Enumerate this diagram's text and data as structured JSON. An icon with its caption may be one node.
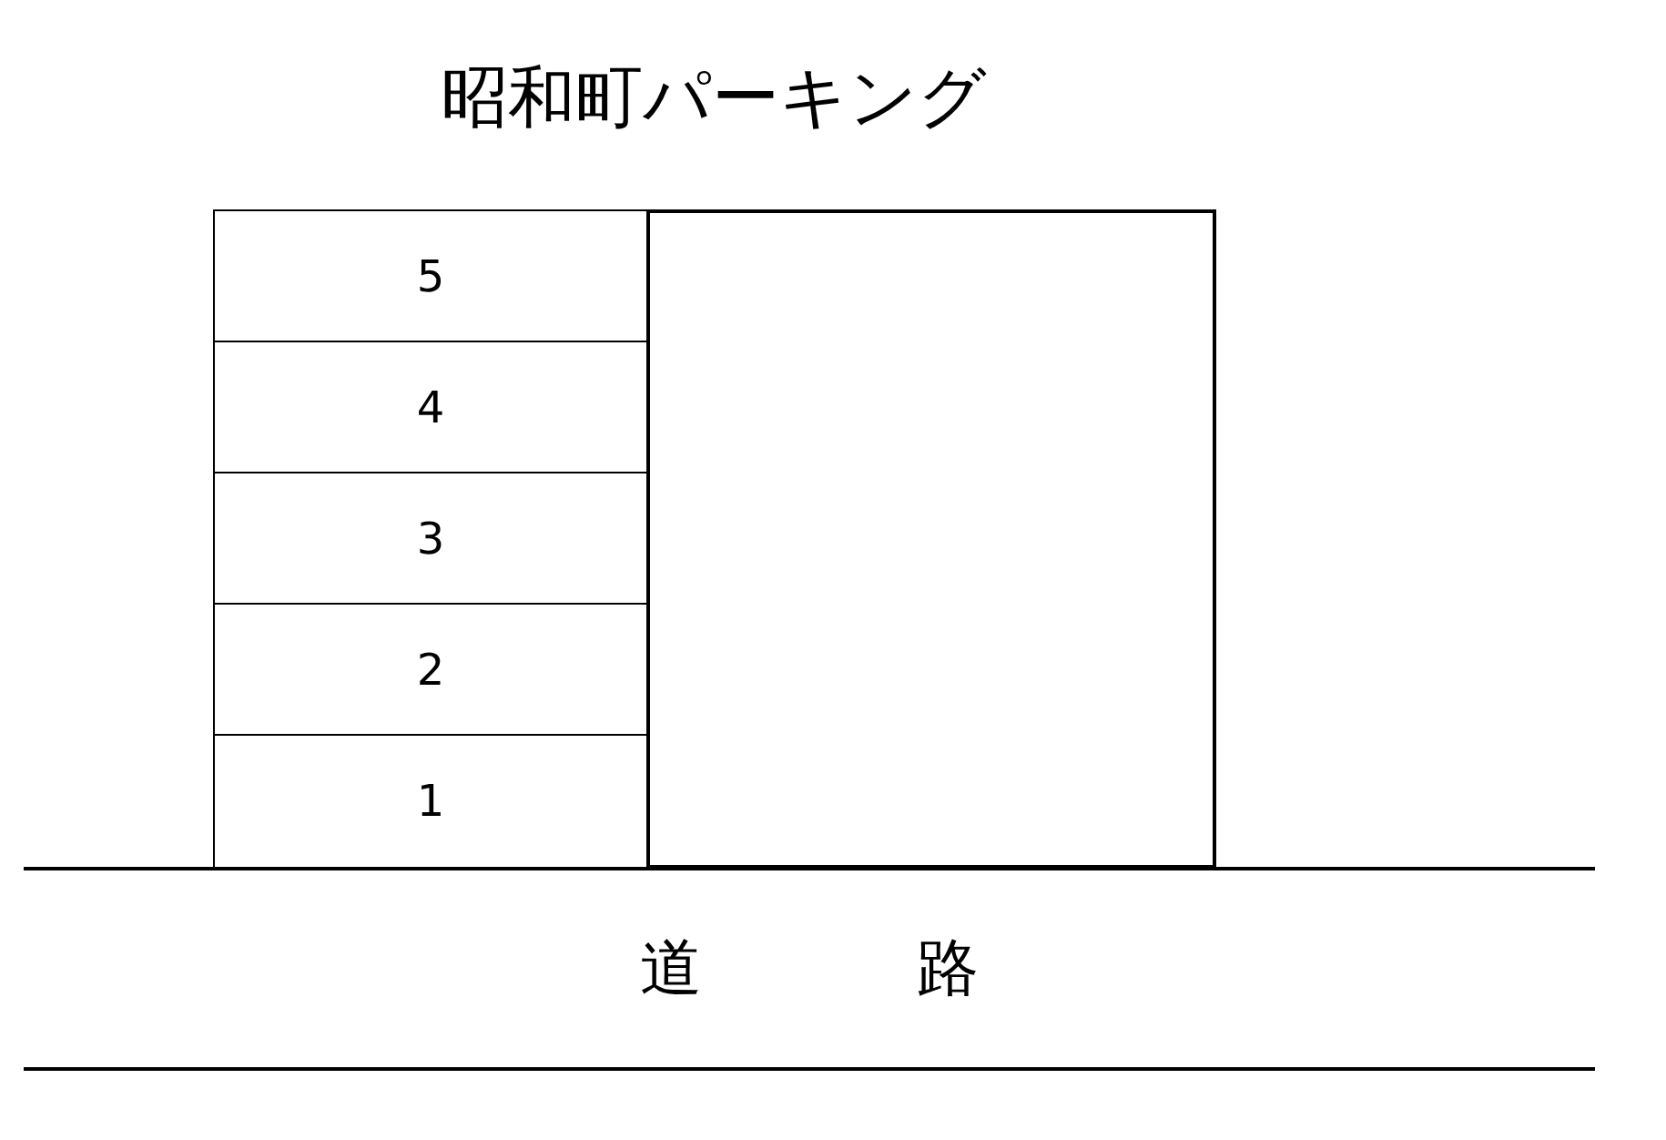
{
  "diagram": {
    "title": "昭和町パーキング",
    "nodes": [
      {
        "text": [
          "5"
        ]
      },
      {
        "text": [
          "4"
        ]
      },
      {
        "text": [
          "3"
        ]
      },
      {
        "text": [
          "2"
        ]
      },
      {
        "text": [
          "1"
        ]
      },
      {
        "text": [],
        "shape": "box"
      },
      {
        "text": [
          "道",
          "路"
        ]
      }
    ],
    "edges": []
  }
}
